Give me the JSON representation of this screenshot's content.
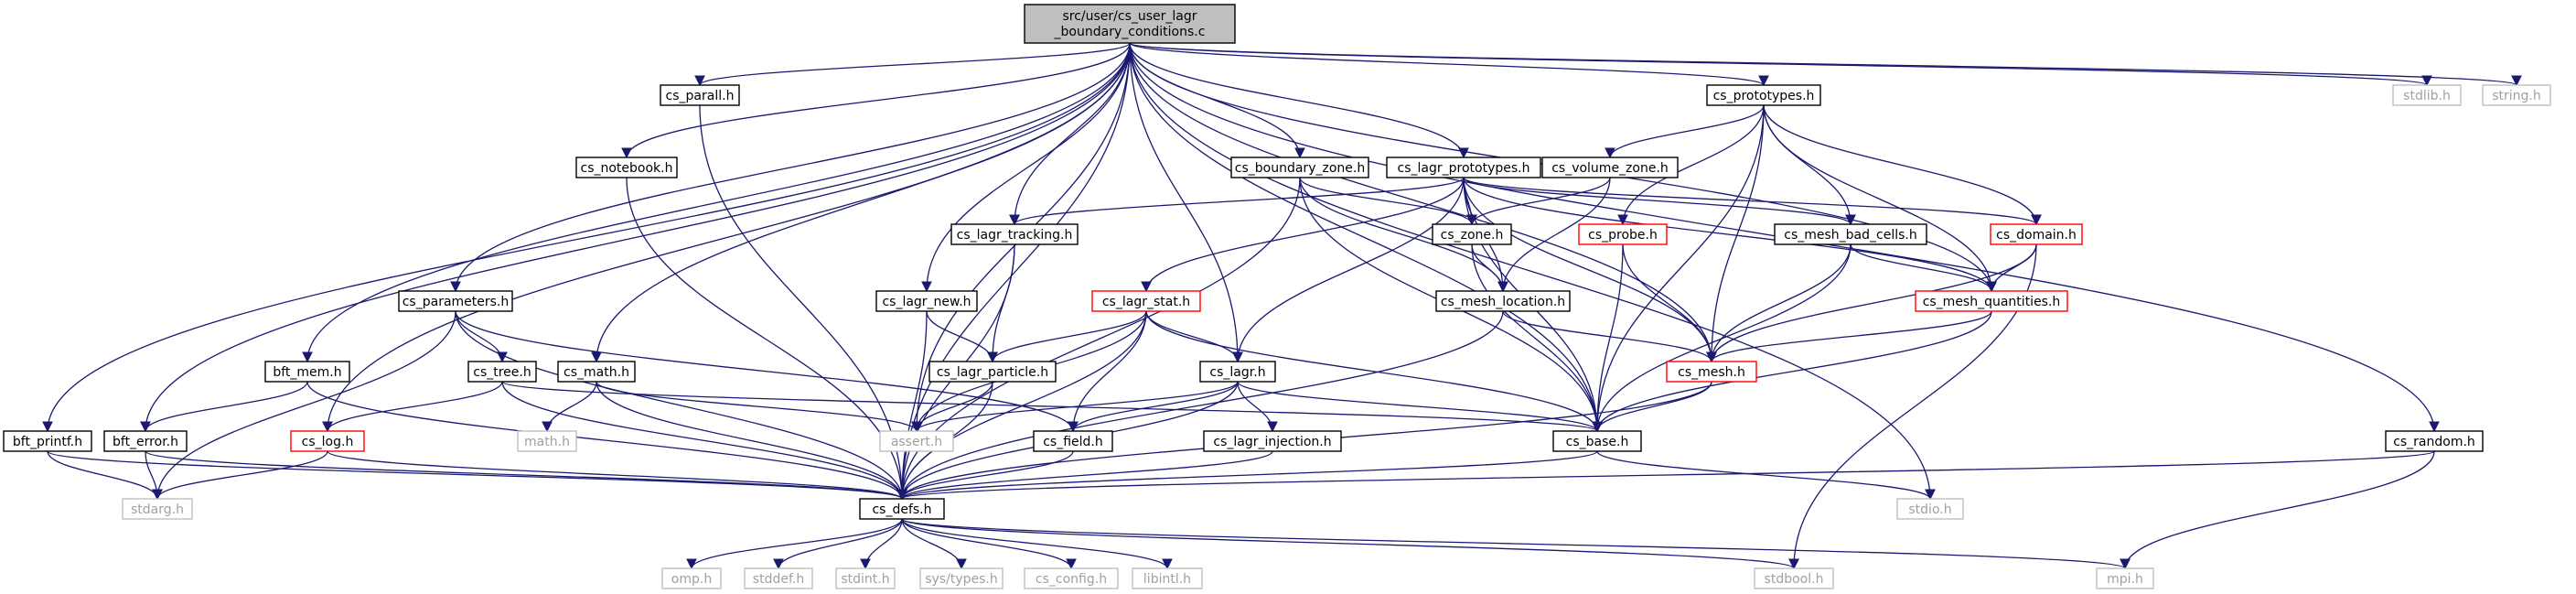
{
  "colors": {
    "root_fill": "#bfbfbf",
    "root_border": "#000000",
    "node_border": "#000000",
    "truncated_border": "#ff0000",
    "external_border": "#bfbfbf",
    "external_text": "#a0a0a0",
    "edge": "#191970"
  },
  "nodes": [
    {
      "id": "root",
      "label": "src/user/cs_user_lagr_boundary_conditions.c",
      "lines": [
        "src/user/cs_user_lagr",
        "_boundary_conditions.c"
      ],
      "kind": "root"
    },
    {
      "id": "cs_parall",
      "label": "cs_parall.h",
      "kind": "normal"
    },
    {
      "id": "cs_prototypes",
      "label": "cs_prototypes.h",
      "kind": "normal"
    },
    {
      "id": "stdlib",
      "label": "stdlib.h",
      "kind": "external"
    },
    {
      "id": "string",
      "label": "string.h",
      "kind": "external"
    },
    {
      "id": "cs_notebook",
      "label": "cs_notebook.h",
      "kind": "normal"
    },
    {
      "id": "cs_boundary_zone",
      "label": "cs_boundary_zone.h",
      "kind": "normal"
    },
    {
      "id": "cs_lagr_prototypes",
      "label": "cs_lagr_prototypes.h",
      "kind": "normal"
    },
    {
      "id": "cs_volume_zone",
      "label": "cs_volume_zone.h",
      "kind": "normal"
    },
    {
      "id": "cs_lagr_tracking",
      "label": "cs_lagr_tracking.h",
      "kind": "normal"
    },
    {
      "id": "cs_zone",
      "label": "cs_zone.h",
      "kind": "normal"
    },
    {
      "id": "cs_probe",
      "label": "cs_probe.h",
      "kind": "truncated"
    },
    {
      "id": "cs_mesh_bad_cells",
      "label": "cs_mesh_bad_cells.h",
      "kind": "normal"
    },
    {
      "id": "cs_domain",
      "label": "cs_domain.h",
      "kind": "truncated"
    },
    {
      "id": "cs_parameters",
      "label": "cs_parameters.h",
      "kind": "normal"
    },
    {
      "id": "cs_lagr_new",
      "label": "cs_lagr_new.h",
      "kind": "normal"
    },
    {
      "id": "cs_lagr_stat",
      "label": "cs_lagr_stat.h",
      "kind": "truncated"
    },
    {
      "id": "cs_mesh_location",
      "label": "cs_mesh_location.h",
      "kind": "normal"
    },
    {
      "id": "cs_mesh_quantities",
      "label": "cs_mesh_quantities.h",
      "kind": "truncated"
    },
    {
      "id": "bft_mem",
      "label": "bft_mem.h",
      "kind": "normal"
    },
    {
      "id": "cs_tree",
      "label": "cs_tree.h",
      "kind": "normal"
    },
    {
      "id": "cs_math",
      "label": "cs_math.h",
      "kind": "normal"
    },
    {
      "id": "cs_lagr_particle",
      "label": "cs_lagr_particle.h",
      "kind": "normal"
    },
    {
      "id": "cs_lagr",
      "label": "cs_lagr.h",
      "kind": "normal"
    },
    {
      "id": "cs_mesh",
      "label": "cs_mesh.h",
      "kind": "truncated"
    },
    {
      "id": "bft_printf",
      "label": "bft_printf.h",
      "kind": "normal"
    },
    {
      "id": "bft_error",
      "label": "bft_error.h",
      "kind": "normal"
    },
    {
      "id": "cs_log",
      "label": "cs_log.h",
      "kind": "truncated"
    },
    {
      "id": "math",
      "label": "math.h",
      "kind": "external"
    },
    {
      "id": "assert",
      "label": "assert.h",
      "kind": "external"
    },
    {
      "id": "cs_field",
      "label": "cs_field.h",
      "kind": "normal"
    },
    {
      "id": "cs_lagr_injection",
      "label": "cs_lagr_injection.h",
      "kind": "normal"
    },
    {
      "id": "cs_base",
      "label": "cs_base.h",
      "kind": "normal"
    },
    {
      "id": "cs_random",
      "label": "cs_random.h",
      "kind": "normal"
    },
    {
      "id": "stdarg",
      "label": "stdarg.h",
      "kind": "external"
    },
    {
      "id": "cs_defs",
      "label": "cs_defs.h",
      "kind": "normal"
    },
    {
      "id": "stdio",
      "label": "stdio.h",
      "kind": "external"
    },
    {
      "id": "omp",
      "label": "omp.h",
      "kind": "external"
    },
    {
      "id": "stddef",
      "label": "stddef.h",
      "kind": "external"
    },
    {
      "id": "stdint",
      "label": "stdint.h",
      "kind": "external"
    },
    {
      "id": "sys_types",
      "label": "sys/types.h",
      "kind": "external"
    },
    {
      "id": "cs_config",
      "label": "cs_config.h",
      "kind": "external"
    },
    {
      "id": "libintl",
      "label": "libintl.h",
      "kind": "external"
    },
    {
      "id": "stdbool",
      "label": "stdbool.h",
      "kind": "external"
    },
    {
      "id": "mpi",
      "label": "mpi.h",
      "kind": "external"
    }
  ],
  "edges": [
    [
      "root",
      "cs_parall"
    ],
    [
      "root",
      "cs_prototypes"
    ],
    [
      "root",
      "stdlib"
    ],
    [
      "root",
      "string"
    ],
    [
      "root",
      "cs_notebook"
    ],
    [
      "root",
      "cs_boundary_zone"
    ],
    [
      "root",
      "cs_lagr_prototypes"
    ],
    [
      "root",
      "cs_lagr_tracking"
    ],
    [
      "root",
      "cs_parameters"
    ],
    [
      "root",
      "cs_lagr_new"
    ],
    [
      "root",
      "cs_lagr"
    ],
    [
      "root",
      "bft_mem"
    ],
    [
      "root",
      "cs_math"
    ],
    [
      "root",
      "bft_printf"
    ],
    [
      "root",
      "bft_error"
    ],
    [
      "root",
      "cs_log"
    ],
    [
      "root",
      "assert"
    ],
    [
      "root",
      "cs_defs"
    ],
    [
      "root",
      "cs_base"
    ],
    [
      "root",
      "cs_mesh"
    ],
    [
      "root",
      "cs_mesh_quantities"
    ],
    [
      "root",
      "cs_random"
    ],
    [
      "root",
      "stdio"
    ],
    [
      "cs_parall",
      "cs_defs"
    ],
    [
      "cs_prototypes",
      "cs_volume_zone"
    ],
    [
      "cs_prototypes",
      "cs_probe"
    ],
    [
      "cs_prototypes",
      "cs_mesh_bad_cells"
    ],
    [
      "cs_prototypes",
      "cs_domain"
    ],
    [
      "cs_prototypes",
      "cs_mesh"
    ],
    [
      "cs_prototypes",
      "cs_mesh_quantities"
    ],
    [
      "cs_prototypes",
      "cs_base"
    ],
    [
      "cs_notebook",
      "cs_defs"
    ],
    [
      "cs_boundary_zone",
      "cs_zone"
    ],
    [
      "cs_boundary_zone",
      "cs_mesh_location"
    ],
    [
      "cs_boundary_zone",
      "cs_base"
    ],
    [
      "cs_boundary_zone",
      "cs_defs"
    ],
    [
      "cs_lagr_prototypes",
      "cs_lagr_tracking"
    ],
    [
      "cs_lagr_prototypes",
      "cs_zone"
    ],
    [
      "cs_lagr_prototypes",
      "cs_lagr_stat"
    ],
    [
      "cs_lagr_prototypes",
      "cs_mesh_location"
    ],
    [
      "cs_lagr_prototypes",
      "cs_mesh_bad_cells"
    ],
    [
      "cs_lagr_prototypes",
      "cs_domain"
    ],
    [
      "cs_lagr_prototypes",
      "cs_mesh_quantities"
    ],
    [
      "cs_lagr_prototypes",
      "cs_mesh"
    ],
    [
      "cs_lagr_prototypes",
      "cs_lagr"
    ],
    [
      "cs_lagr_prototypes",
      "cs_base"
    ],
    [
      "cs_volume_zone",
      "cs_zone"
    ],
    [
      "cs_volume_zone",
      "cs_mesh_location"
    ],
    [
      "cs_lagr_tracking",
      "cs_lagr_particle"
    ],
    [
      "cs_lagr_tracking",
      "cs_defs"
    ],
    [
      "cs_zone",
      "cs_mesh_location"
    ],
    [
      "cs_zone",
      "cs_base"
    ],
    [
      "cs_probe",
      "cs_mesh"
    ],
    [
      "cs_probe",
      "cs_base"
    ],
    [
      "cs_mesh_bad_cells",
      "cs_mesh_quantities"
    ],
    [
      "cs_mesh_bad_cells",
      "cs_mesh"
    ],
    [
      "cs_mesh_bad_cells",
      "cs_base"
    ],
    [
      "cs_domain",
      "cs_mesh_quantities"
    ],
    [
      "cs_domain",
      "cs_mesh"
    ],
    [
      "cs_domain",
      "stdbool"
    ],
    [
      "cs_parameters",
      "cs_tree"
    ],
    [
      "cs_parameters",
      "cs_field"
    ],
    [
      "cs_parameters",
      "stdarg"
    ],
    [
      "cs_parameters",
      "cs_defs"
    ],
    [
      "cs_lagr_new",
      "cs_lagr_particle"
    ],
    [
      "cs_lagr_new",
      "cs_defs"
    ],
    [
      "cs_lagr_stat",
      "cs_lagr_particle"
    ],
    [
      "cs_lagr_stat",
      "cs_lagr"
    ],
    [
      "cs_lagr_stat",
      "cs_field"
    ],
    [
      "cs_lagr_stat",
      "assert"
    ],
    [
      "cs_lagr_stat",
      "cs_base"
    ],
    [
      "cs_lagr_stat",
      "cs_defs"
    ],
    [
      "cs_mesh_location",
      "cs_mesh"
    ],
    [
      "cs_mesh_location",
      "cs_defs"
    ],
    [
      "cs_mesh_quantities",
      "cs_mesh"
    ],
    [
      "cs_mesh_quantities",
      "cs_base"
    ],
    [
      "bft_mem",
      "bft_error"
    ],
    [
      "bft_mem",
      "cs_defs"
    ],
    [
      "cs_tree",
      "cs_log"
    ],
    [
      "cs_tree",
      "cs_defs"
    ],
    [
      "cs_tree",
      "cs_base"
    ],
    [
      "cs_math",
      "math"
    ],
    [
      "cs_math",
      "assert"
    ],
    [
      "cs_math",
      "cs_defs"
    ],
    [
      "cs_lagr_particle",
      "assert"
    ],
    [
      "cs_lagr_particle",
      "cs_defs"
    ],
    [
      "cs_lagr",
      "cs_lagr_injection"
    ],
    [
      "cs_lagr",
      "cs_field"
    ],
    [
      "cs_lagr",
      "assert"
    ],
    [
      "cs_lagr",
      "cs_base"
    ],
    [
      "cs_lagr",
      "cs_defs"
    ],
    [
      "cs_mesh",
      "cs_base"
    ],
    [
      "cs_mesh",
      "cs_defs"
    ],
    [
      "bft_printf",
      "stdarg"
    ],
    [
      "bft_printf",
      "cs_defs"
    ],
    [
      "bft_error",
      "stdarg"
    ],
    [
      "bft_error",
      "cs_defs"
    ],
    [
      "cs_log",
      "stdarg"
    ],
    [
      "cs_log",
      "cs_defs"
    ],
    [
      "cs_field",
      "cs_defs"
    ],
    [
      "cs_lagr_injection",
      "cs_defs"
    ],
    [
      "cs_base",
      "cs_defs"
    ],
    [
      "cs_base",
      "stdio"
    ],
    [
      "cs_random",
      "cs_defs"
    ],
    [
      "cs_random",
      "mpi"
    ],
    [
      "cs_defs",
      "omp"
    ],
    [
      "cs_defs",
      "stddef"
    ],
    [
      "cs_defs",
      "stdint"
    ],
    [
      "cs_defs",
      "sys_types"
    ],
    [
      "cs_defs",
      "cs_config"
    ],
    [
      "cs_defs",
      "libintl"
    ],
    [
      "cs_defs",
      "stdbool"
    ],
    [
      "cs_defs",
      "mpi"
    ]
  ]
}
